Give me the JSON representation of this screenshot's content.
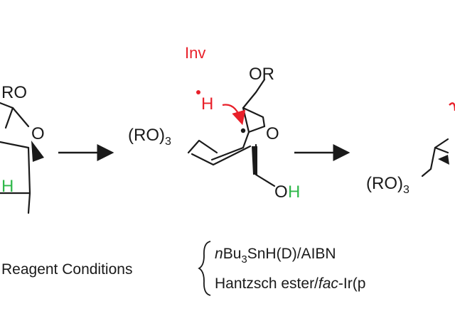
{
  "colors": {
    "ink": "#1a1a1a",
    "highlight_red": "#e8202a",
    "highlight_green": "#2fb84a"
  },
  "left_structure": {
    "substituent": "RO",
    "ring_O": "O",
    "hydrogen": "H"
  },
  "middle_structure": {
    "substituent_top": "OR",
    "substituent_left_base": "(RO)",
    "substituent_left_sub": "3",
    "ring_O": "O",
    "radical_H_label": "H",
    "inversion_label": "Inv",
    "hydroxyl_O": "O",
    "hydroxyl_H": "H"
  },
  "right_structure": {
    "substituent_left_base": "(RO)",
    "substituent_left_sub": "3"
  },
  "conditions": {
    "label": "Reagent Conditions",
    "line1": {
      "prefix": "n",
      "body": "Bu",
      "sub": "3",
      "rest": "SnH(D)/AIBN"
    },
    "line2": {
      "pre": "Hantzsch ester/",
      "italic": "fac",
      "post": "-Ir(p"
    }
  }
}
